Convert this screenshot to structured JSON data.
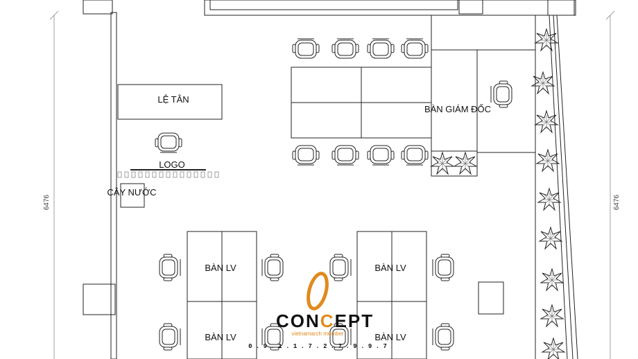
{
  "labels": {
    "reception": "LỆ TÂN",
    "director_desk": "BÀN GIÁM ĐỐC",
    "logo": "LOGO",
    "water": "CÂY NƯỚC",
    "desk_1": "BÀN LV",
    "desk_2": "BÀN LV",
    "desk_3": "BÀN LV",
    "desk_4": "BÀN LV"
  },
  "dimensions": {
    "left": "6476",
    "right": "6476"
  },
  "watermark": {
    "brand_prefix": "CON",
    "brand_accent": "C",
    "brand_suffix": "EPT",
    "subtitle": "vietnamarch member",
    "phone": "0 . 9 . 1 . 1 . 7 . 2 . 7 . 9 . 9 . 7"
  },
  "colors": {
    "accent": "#e08a1e",
    "line": "#222222"
  }
}
